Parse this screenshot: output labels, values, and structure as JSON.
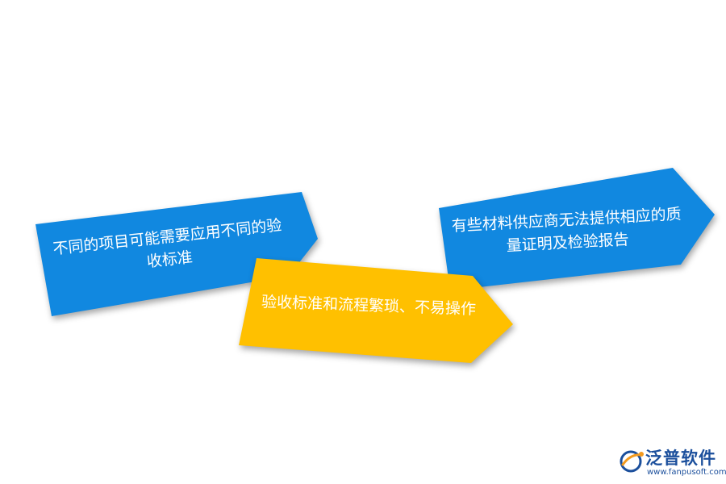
{
  "colors": {
    "blue_arrow": "#1188e0",
    "yellow_arrow": "#ffc000",
    "logo_blue": "#1b4f9c",
    "logo_orange": "#f39a1e"
  },
  "arrows": [
    {
      "id": "left",
      "text": "不同的项目可能需要应用不同的验收标准"
    },
    {
      "id": "middle",
      "text": "验收标准和流程繁琐、不易操作"
    },
    {
      "id": "right",
      "text": "有些材料供应商无法提供相应的质量证明及检验报告"
    }
  ],
  "logo": {
    "brand": "泛普软件",
    "url": "www.fanpusoft.com",
    "icon": "fanpu-logo-icon"
  }
}
